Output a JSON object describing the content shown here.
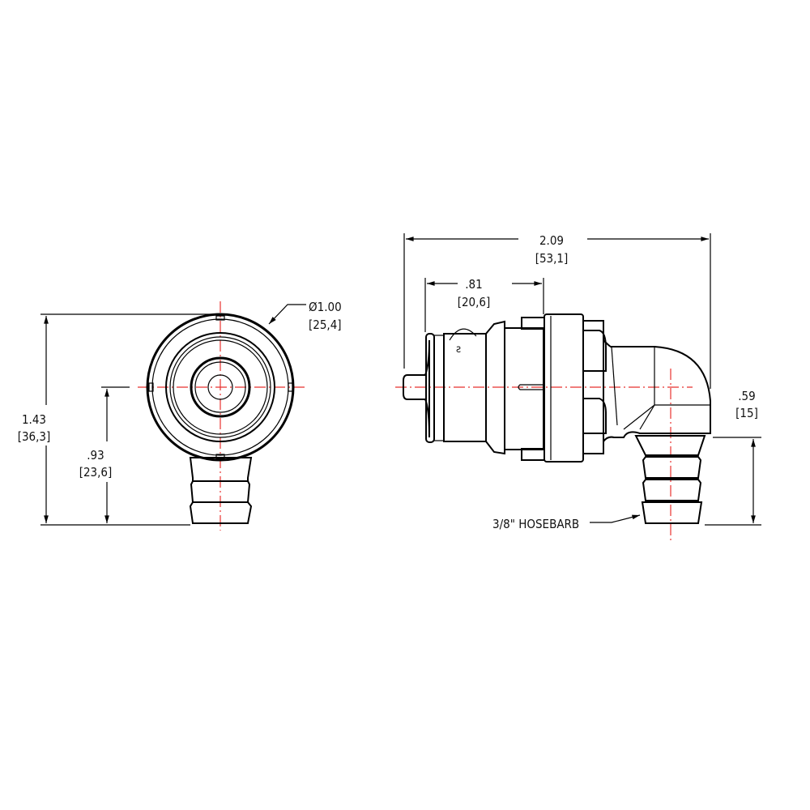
{
  "drawing": {
    "front_view": {
      "height_dim": {
        "value": "1.43",
        "metric": "[36,3]"
      },
      "center_dim": {
        "value": ".93",
        "metric": "[23,6]"
      },
      "diameter_dim": {
        "value": "Ø1.00",
        "metric": "[25,4]"
      }
    },
    "side_view": {
      "overall_length_dim": {
        "value": "2.09",
        "metric": "[53,1]"
      },
      "front_length_dim": {
        "value": ".81",
        "metric": "[20,6]"
      },
      "barb_height_dim": {
        "value": ".59",
        "metric": "[15]"
      },
      "callout": "3/8\" HOSEBARB"
    },
    "colors": {
      "outline": "#000000",
      "centerline": "#e8322f"
    }
  }
}
